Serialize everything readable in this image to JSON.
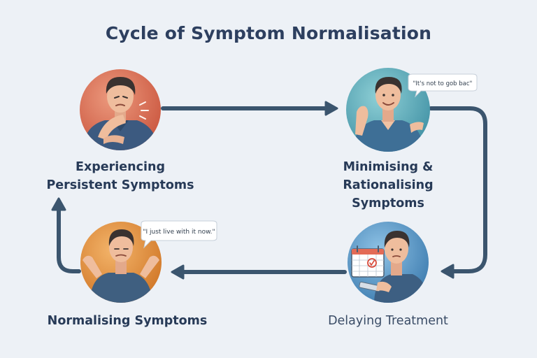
{
  "title": "Cycle of Symptom Normalisation",
  "stages": {
    "experiencing": {
      "line1": "Experiencing",
      "line2": "Persistent Symptoms"
    },
    "minimising": {
      "line1": "Minimising &",
      "line2": "Rationalising Symptoms",
      "speech": "\"It's not to gob bac\""
    },
    "delaying": {
      "label": "Delaying Treatment"
    },
    "normalising": {
      "label": "Normalising Symptoms",
      "speech": "\"I just live with it now.\""
    }
  },
  "colors": {
    "background": "#edf1f6",
    "title": "#2d3f5f",
    "arrow": "#3b556e",
    "experiencing_circle": "#d9694f",
    "minimising_circle": "#4fa3b1",
    "delaying_circle": "#4d8fc0",
    "normalising_circle": "#e08a3c"
  }
}
